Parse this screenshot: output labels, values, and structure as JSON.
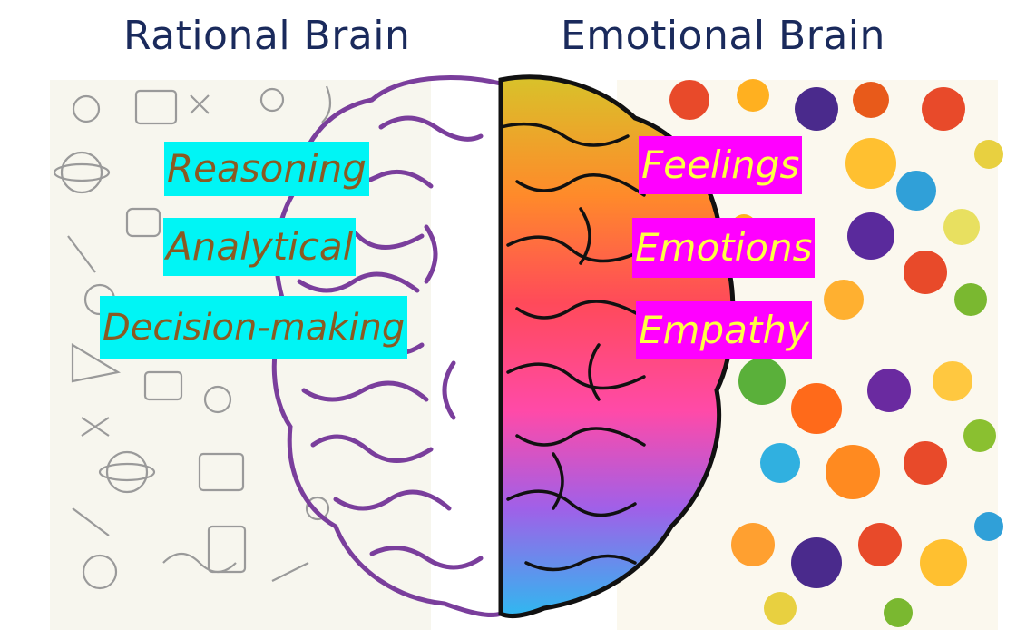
{
  "titles": {
    "left": "Rational Brain",
    "right": "Emotional Brain"
  },
  "left_labels": [
    "Reasoning",
    "Analytical",
    "Decision-making"
  ],
  "right_labels": [
    "Feelings",
    "Emotions",
    "Empathy"
  ],
  "colors": {
    "title": "#1a2a5c",
    "left_label_bg": "#00f5f5",
    "left_label_text": "#8a5a22",
    "right_label_bg": "#ff00ff",
    "right_label_text": "#ffff44",
    "doodle_background": "#f7f6ee",
    "brain_outline": "#7a3e9c"
  }
}
